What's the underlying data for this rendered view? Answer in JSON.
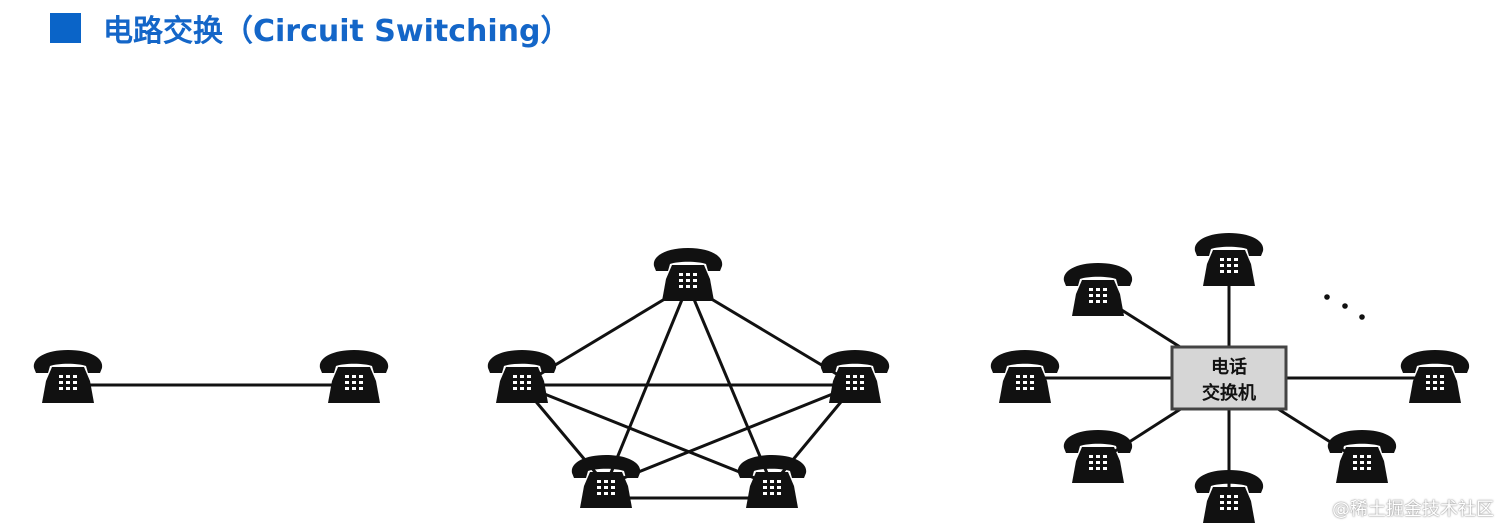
{
  "header": {
    "title": "电路交换（Circuit Switching）"
  },
  "diagram": {
    "switch_label_line1": "电话",
    "switch_label_line2": "交换机",
    "ellipsis": "· · ·"
  },
  "watermark": "@稀土掘金技术社区",
  "colors": {
    "title": "#1466c8",
    "marker": "#0a64c8",
    "line": "#111111",
    "switch_fill": "#d6d6d6"
  }
}
